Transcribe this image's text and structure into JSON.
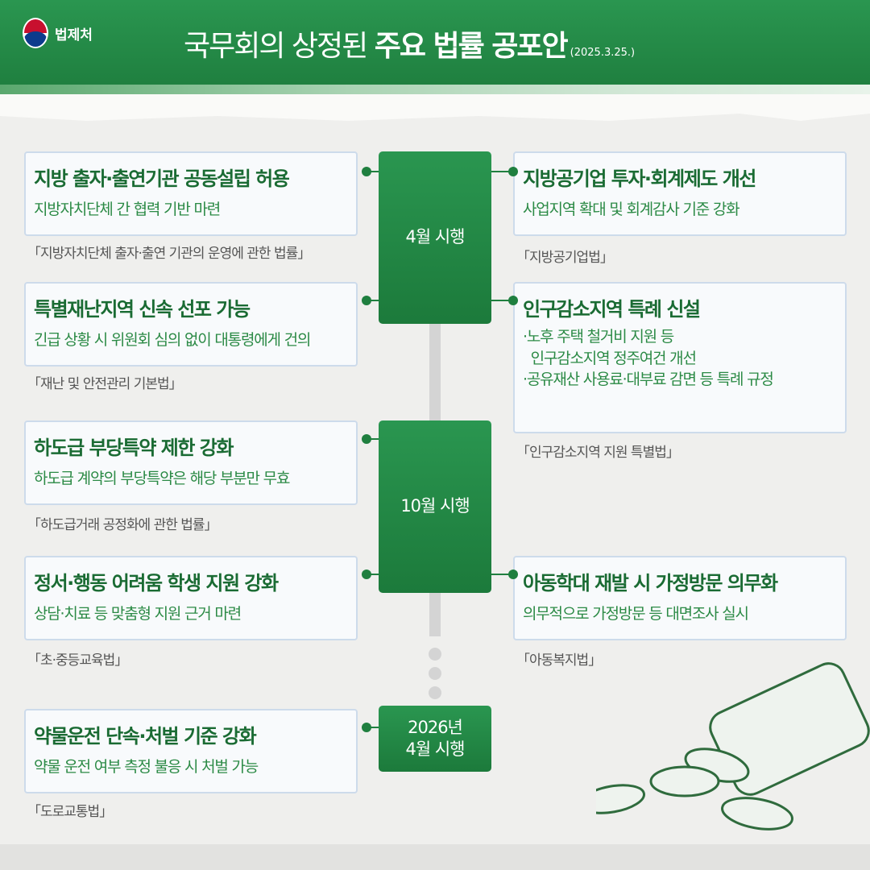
{
  "header": {
    "org": "법제처",
    "title_light": "국무회의 상정된",
    "title_bold": "주요 법률 공포안",
    "date": "(2025.3.25.)"
  },
  "phases": [
    {
      "label": "4월 시행"
    },
    {
      "label": "10월 시행"
    },
    {
      "label": "2026년\n4월 시행"
    }
  ],
  "left": [
    {
      "title": "지방 출자·출연기관 공동설립 허용",
      "sub": "지방자치단체 간 협력 기반 마련",
      "law": "「지방자치단체 출자·출연 기관의 운영에 관한 법률」"
    },
    {
      "title": "특별재난지역 신속 선포 가능",
      "sub": "긴급 상황 시 위원회 심의 없이 대통령에게 건의",
      "law": "「재난 및 안전관리 기본법」"
    },
    {
      "title": "하도급 부당특약 제한 강화",
      "sub": "하도급 계약의 부당특약은 해당 부분만 무효",
      "law": "「하도급거래 공정화에 관한 법률」"
    },
    {
      "title": "정서·행동 어려움 학생 지원 강화",
      "sub": "상담·치료 등 맞춤형 지원 근거 마련",
      "law": "「초·중등교육법」"
    },
    {
      "title": "약물운전 단속·처벌 기준 강화",
      "sub": "약물 운전 여부 측정 불응 시 처벌 가능",
      "law": "「도로교통법」"
    }
  ],
  "right": [
    {
      "title": "지방공기업 투자·회계제도 개선",
      "sub": "사업지역 확대 및 회계감사 기준 강화",
      "law": "「지방공기업법」"
    },
    {
      "title": "인구감소지역 특례 신설",
      "sub": "·노후 주택 철거비 지원 등\n  인구감소지역 정주여건 개선\n·공유재산 사용료·대부료 감면 등 특례 규정",
      "law": "「인구감소지역 지원 특별법」"
    },
    {
      "title": "아동학대 재발 시 가정방문 의무화",
      "sub": "의무적으로 가정방문 등 대면조사 실시",
      "law": "「아동복지법」"
    }
  ]
}
